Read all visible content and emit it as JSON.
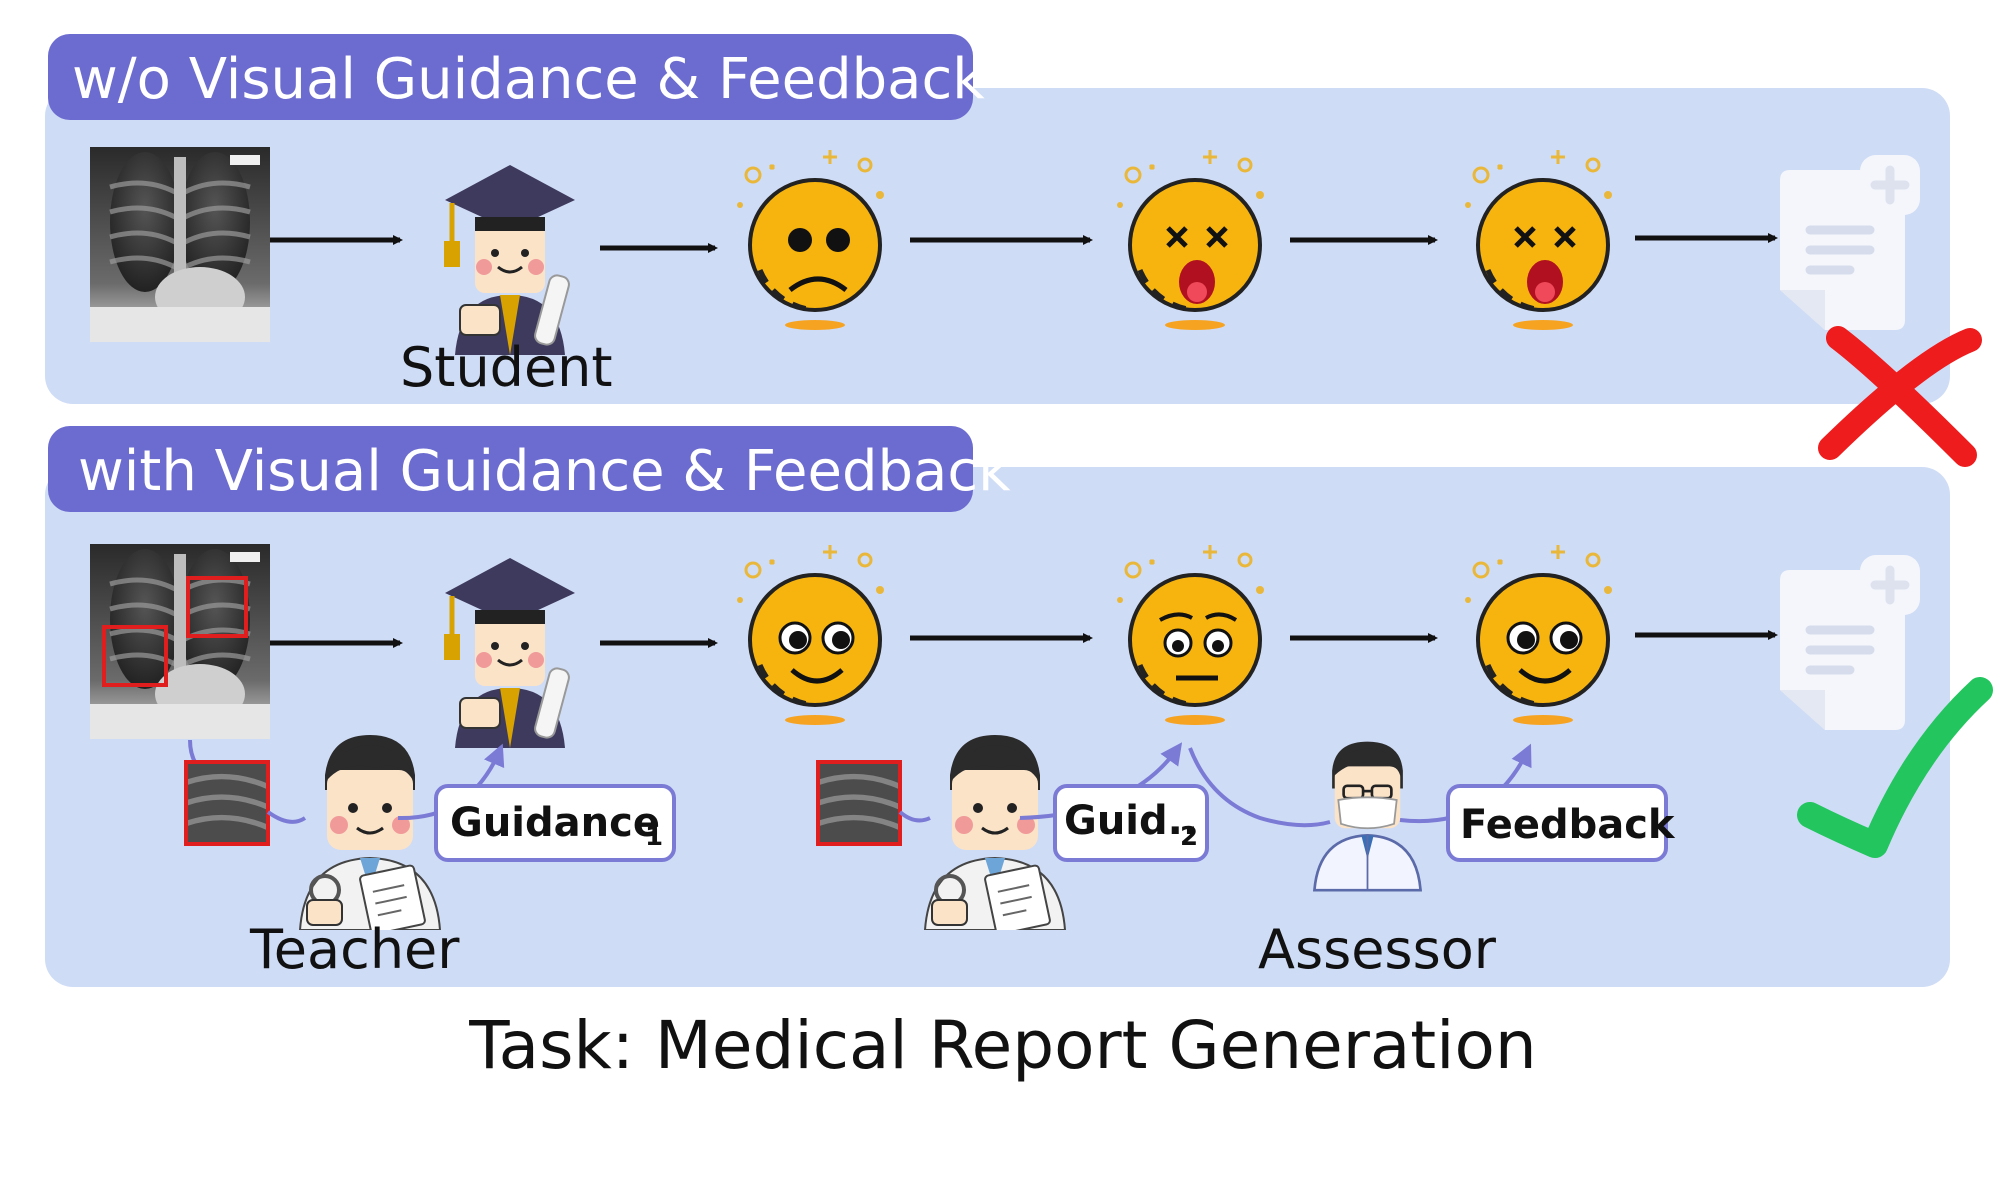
{
  "panels": {
    "top": {
      "tab_label": "w/o Visual Guidance & Feedback",
      "student_label": "Student",
      "result": "cross"
    },
    "bottom": {
      "tab_label": "with Visual Guidance & Feedback",
      "teacher_label": "Teacher",
      "assessor_label": "Assessor",
      "guidance1_label": "Guidance",
      "guidance1_sub": "1",
      "guidance2_label": "Guid..",
      "guidance2_sub": "2",
      "feedback_label": "Feedback",
      "result": "check"
    }
  },
  "caption": "Task: Medical Report Generation",
  "icons": {
    "xray": "chest-xray-image",
    "student": "graduate-student-icon",
    "teacher": "doctor-teacher-icon",
    "assessor": "masked-doctor-icon",
    "report": "medical-report-icon",
    "emoji_sad": "sad-face-icon",
    "emoji_dizzy": "dizzy-face-icon",
    "emoji_happy": "happy-face-icon",
    "emoji_neutral": "neutral-face-icon"
  },
  "colors": {
    "panel_bg": "#cfdcf6",
    "tab_bg": "#6b6bd0",
    "bubble_border": "#7b7bd6",
    "curve": "#7b7bd6",
    "emoji_yellow": "#f7b40f",
    "cross": "#ee1c1c",
    "check": "#22c55e",
    "box_red": "#e01e1e"
  }
}
